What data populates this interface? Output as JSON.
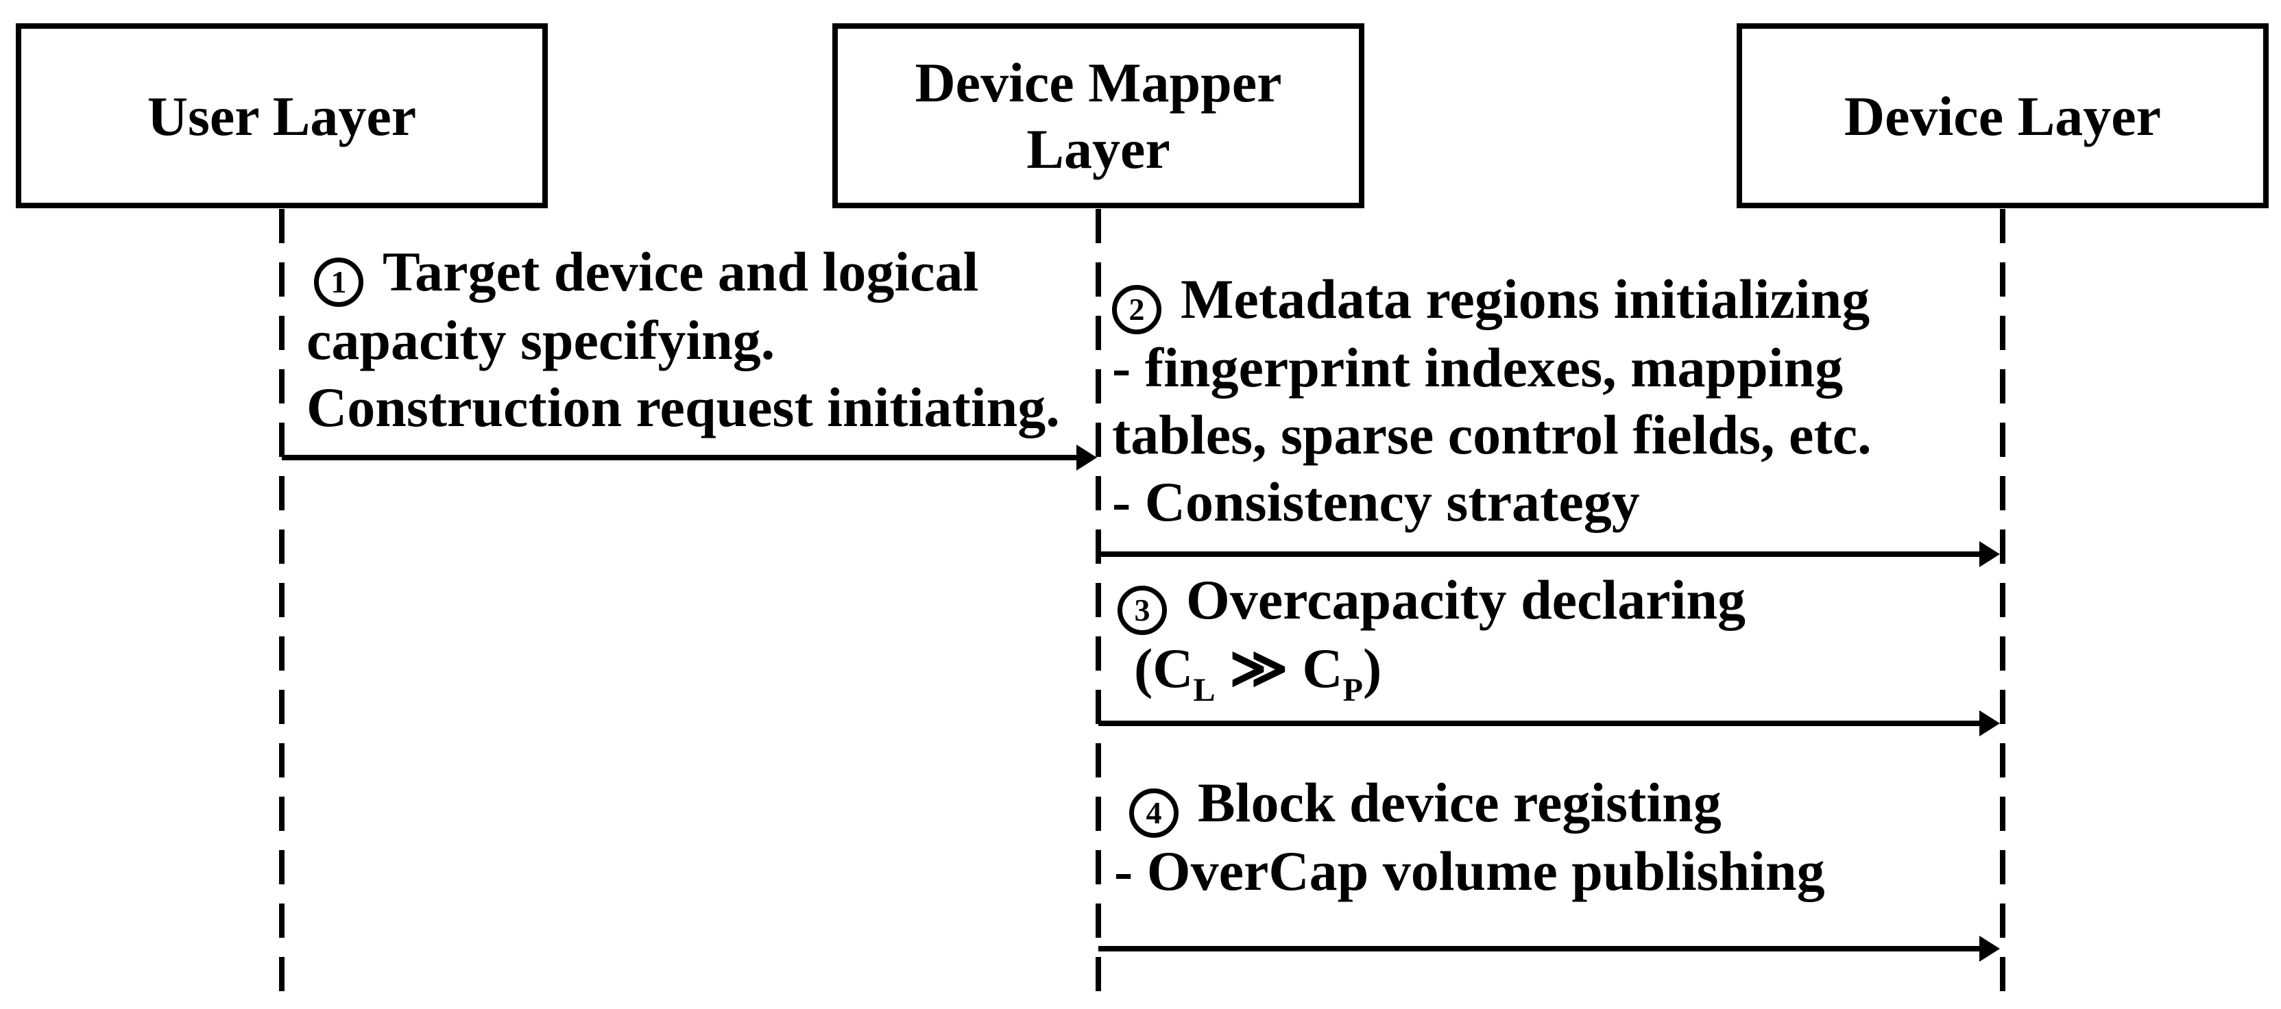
{
  "colors": {
    "ink": "#000000",
    "paper": "#ffffff"
  },
  "layers": [
    {
      "id": "user-layer",
      "label": "User Layer"
    },
    {
      "id": "device-mapper-layer",
      "label": "Device Mapper\nLayer"
    },
    {
      "id": "device-layer",
      "label": "Device Layer"
    }
  ],
  "messages": [
    {
      "num": "1",
      "from": "User Layer",
      "to": "Device Mapper Layer",
      "lines": [
        "Target device and logical",
        "capacity specifying.",
        "Construction request initiating."
      ]
    },
    {
      "num": "2",
      "from": "Device Mapper Layer",
      "to": "Device Layer",
      "lines": [
        "Metadata regions initializing",
        "- fingerprint indexes, mapping",
        "tables, sparse control fields, etc.",
        "- Consistency strategy"
      ]
    },
    {
      "num": "3",
      "from": "Device Mapper Layer",
      "to": "Device Layer",
      "lines": [
        "Overcapacity declaring"
      ],
      "formula": {
        "open": "(C",
        "sub_l": "L",
        "relation": "≫",
        "c": "C",
        "sub_p": "P",
        "close": ")"
      }
    },
    {
      "num": "4",
      "from": "Device Mapper Layer",
      "to": "Device Layer",
      "lines": [
        "Block device registing",
        "- OverCap volume publishing"
      ]
    }
  ]
}
